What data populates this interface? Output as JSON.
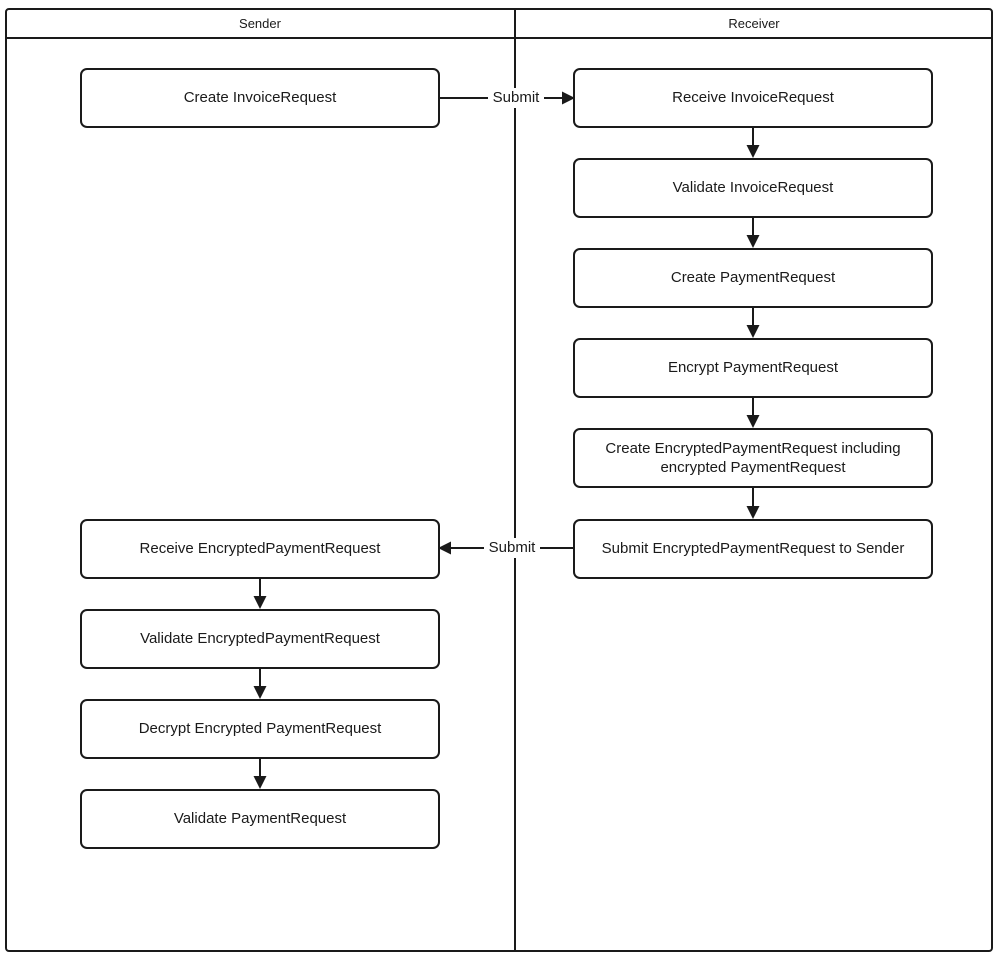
{
  "diagram": {
    "type": "swimlane-flowchart",
    "colors": {
      "line": "#1a1a1a",
      "box_fill": "#ffffff",
      "background": "#ffffff"
    },
    "lanes": {
      "sender": {
        "title": "Sender"
      },
      "receiver": {
        "title": "Receiver"
      }
    },
    "nodes": {
      "sender": [
        {
          "label": "Create InvoiceRequest"
        },
        {
          "label": "Receive EncryptedPaymentRequest"
        },
        {
          "label": "Validate EncryptedPaymentRequest"
        },
        {
          "label": "Decrypt Encrypted PaymentRequest"
        },
        {
          "label": "Validate PaymentRequest"
        }
      ],
      "receiver": [
        {
          "label": "Receive InvoiceRequest"
        },
        {
          "label": "Validate InvoiceRequest"
        },
        {
          "label": "Create PaymentRequest"
        },
        {
          "label": "Encrypt PaymentRequest"
        },
        {
          "label": "Create EncryptedPaymentRequest including encrypted PaymentRequest"
        },
        {
          "label": "Submit EncryptedPaymentRequest to Sender"
        }
      ]
    },
    "edges": {
      "submit_to_receiver": {
        "label": "Submit",
        "from": "Create InvoiceRequest",
        "to": "Receive InvoiceRequest"
      },
      "submit_to_sender": {
        "label": "Submit",
        "from": "Submit EncryptedPaymentRequest to Sender",
        "to": "Receive EncryptedPaymentRequest"
      }
    }
  }
}
